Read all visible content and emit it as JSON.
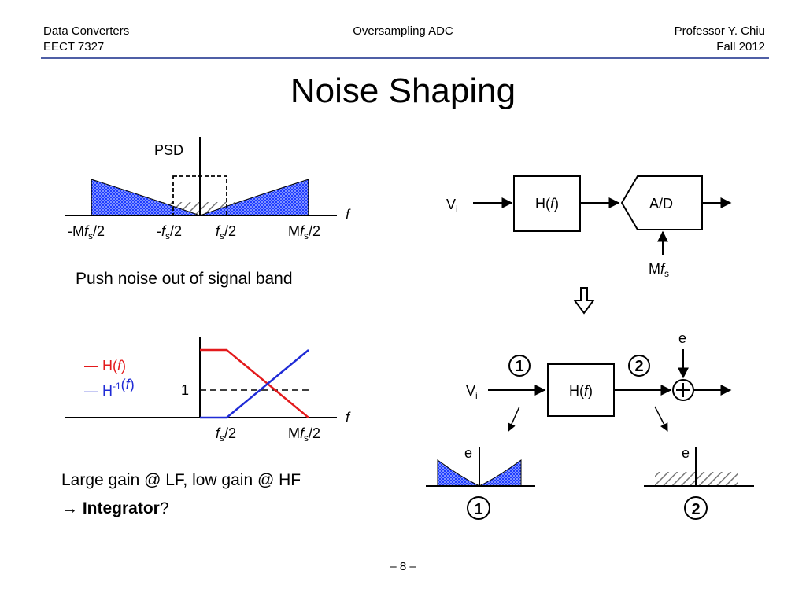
{
  "header": {
    "course": "Data Converters",
    "course_code": "EECT 7327",
    "topic": "Oversampling ADC",
    "instructor": "Professor Y. Chiu",
    "term": "Fall 2012"
  },
  "title": "Noise Shaping",
  "psd_plot": {
    "ylabel": "PSD",
    "xlabel": "f",
    "ticks": {
      "neg_m": "-M",
      "neg_half": "-",
      "pos_half": "",
      "pos_m": "M",
      "f": "f",
      "sub": "s",
      "div": "/2"
    }
  },
  "caption_psd": "Push noise out of signal band",
  "transfer_plot": {
    "legend_h": "— H(",
    "legend_hinv": "— H",
    "legend_sup": "-1",
    "legend_f": "f",
    "legend_close": ")",
    "one": "1",
    "xlabel": "f",
    "tick_half_div": "/2",
    "tick_m": "M"
  },
  "caption_gain": "Large gain @ LF, low gain @ HF",
  "caption_arrow": "→ ",
  "caption_integrator": "Integrator",
  "caption_q": "?",
  "block_top": {
    "input": "V",
    "input_sub": "i",
    "h_label": "H(",
    "h_f": "f",
    "h_close": ")",
    "adc": "A/D",
    "clock_m": "M",
    "clock_f": "f",
    "clock_sub": "s"
  },
  "block_bottom": {
    "node1": "1",
    "node2": "2",
    "e": "e",
    "input": "V",
    "input_sub": "i",
    "h_label": "H(",
    "h_f": "f",
    "h_close": ")",
    "sum": "+"
  },
  "spectra": {
    "e_left": "e",
    "e_right": "e",
    "n1": "1",
    "n2": "2"
  },
  "page_number": "– 8 –",
  "colors": {
    "rule": "#4f5fa6",
    "noise_fill": "#1f3cff",
    "h_curve": "#e31a1c",
    "hinv_curve": "#1f2bd6"
  }
}
